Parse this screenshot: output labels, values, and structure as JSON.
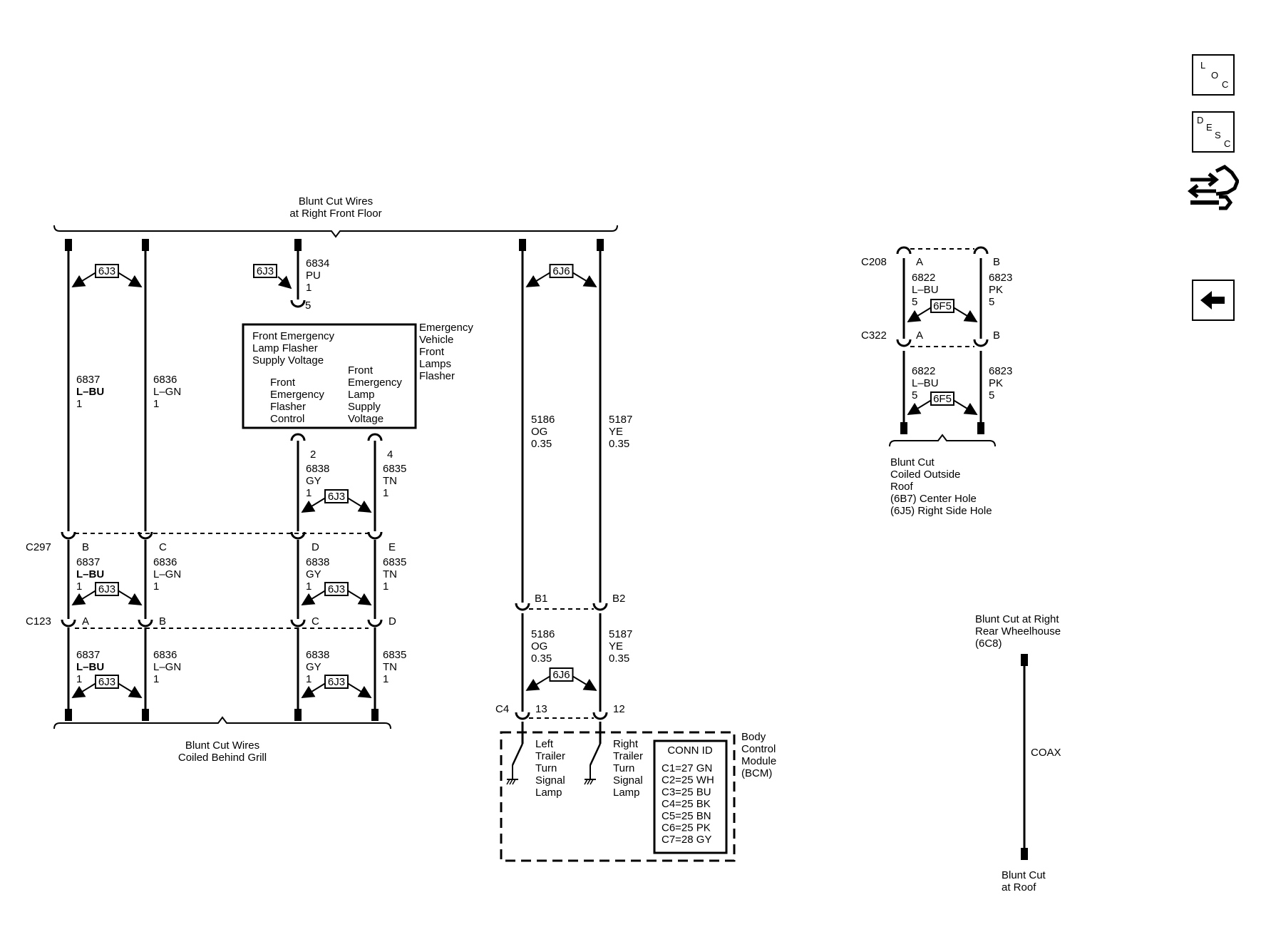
{
  "nav": {
    "loc": [
      "L",
      "O",
      "C"
    ],
    "desc": [
      "D",
      "E",
      "S",
      "C"
    ],
    "tools_icon": "wrench-arrows-icon",
    "back_icon": "left-arrow-icon"
  },
  "labels": {
    "top_bus": [
      "Blunt Cut Wires",
      "at Right Front Floor"
    ],
    "bottom_left_bus": [
      "Blunt Cut Wires",
      "Coiled Behind Grill"
    ],
    "flasher_name": [
      "Emergency",
      "Vehicle",
      "Front",
      "Lamps",
      "Flasher"
    ],
    "flasher_in": [
      "Front Emergency",
      "Lamp Flasher",
      "Supply Voltage"
    ],
    "flasher_out_left": [
      "Front",
      "Emergency",
      "Flasher",
      "Control"
    ],
    "flasher_out_right": [
      "Front",
      "Emergency",
      "Lamp",
      "Supply",
      "Voltage"
    ],
    "bcm_name": [
      "Body",
      "Control",
      "Module",
      "(BCM)"
    ],
    "left_lamp": [
      "Left",
      "Trailer",
      "Turn",
      "Signal",
      "Lamp"
    ],
    "right_lamp": [
      "Right",
      "Trailer",
      "Turn",
      "Signal",
      "Lamp"
    ],
    "coiled_roof": [
      "Blunt Cut",
      "Coiled Outside",
      "Roof",
      "(6B7) Center Hole",
      "(6J5) Right Side Hole"
    ],
    "rear_wheelhouse": [
      "Blunt Cut at Right",
      "Rear Wheelhouse",
      "(6C8)"
    ],
    "at_roof": [
      "Blunt Cut",
      "at Roof"
    ],
    "coax": "COAX"
  },
  "conn_id": {
    "title": "CONN ID",
    "rows": [
      "C1=27 GN",
      "C2=25 WH",
      "C3=25 BU",
      "C4=25 BK",
      "C5=25 BN",
      "C6=25 PK",
      "C7=28 GY"
    ]
  },
  "connectors": {
    "c297": {
      "name": "C297",
      "pins": [
        "B",
        "C",
        "D",
        "E"
      ]
    },
    "c123": {
      "name": "C123",
      "pins": [
        "A",
        "B",
        "C",
        "D"
      ]
    },
    "b_pins": [
      "B1",
      "B2"
    ],
    "c4": {
      "name": "C4",
      "pins": [
        "13",
        "12"
      ]
    },
    "c208": {
      "name": "C208",
      "pins": [
        "A",
        "B"
      ]
    },
    "c322": {
      "name": "C322",
      "pins": [
        "A",
        "B"
      ]
    },
    "flasher_pins": [
      "5",
      "2",
      "4"
    ]
  },
  "wires": {
    "w6837": [
      "6837",
      "L–BU",
      "1"
    ],
    "w6836": [
      "6836",
      "L–GN",
      "1"
    ],
    "w6838": [
      "6838",
      "GY",
      "1"
    ],
    "w6835": [
      "6835",
      "TN",
      "1"
    ],
    "w6834": [
      "6834",
      "PU",
      "1"
    ],
    "w5186": [
      "5186",
      "OG",
      "0.35"
    ],
    "w5187": [
      "5187",
      "YE",
      "0.35"
    ],
    "w6822": [
      "6822",
      "L–BU",
      "5"
    ],
    "w6823": [
      "6823",
      "PK",
      "5"
    ]
  },
  "refs": {
    "r6J3": "6J3",
    "r6J6": "6J6",
    "r6F5": "6F5"
  }
}
